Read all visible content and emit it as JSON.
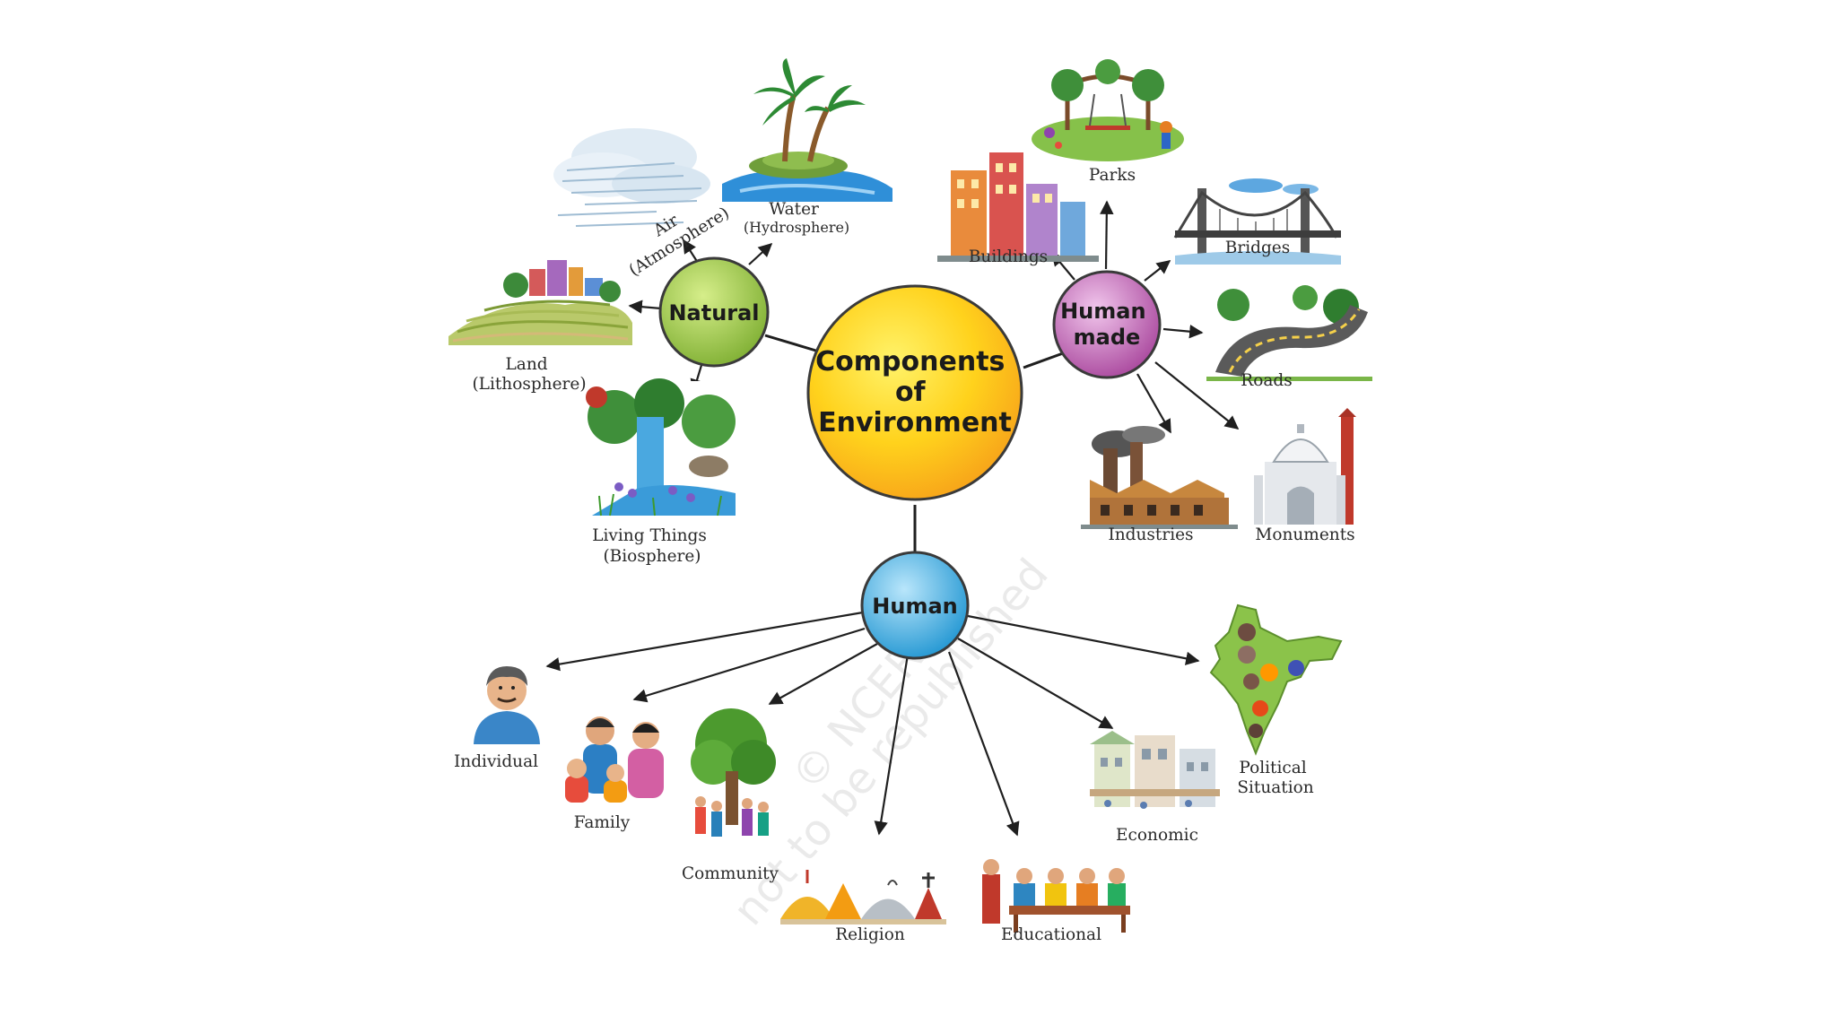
{
  "center": {
    "lines": [
      "Components",
      "of",
      "Environment"
    ]
  },
  "hubs": {
    "natural": {
      "lines": [
        "Natural"
      ],
      "color": "#8db83f"
    },
    "human_made": {
      "lines": [
        "Human",
        "made"
      ],
      "color": "#b24fa6"
    },
    "human": {
      "lines": [
        "Human"
      ],
      "color": "#27a3dc"
    }
  },
  "natural_items": [
    {
      "id": "air",
      "lines": [
        "Air",
        "(Atmosphere)"
      ],
      "icon": "clouds-icon"
    },
    {
      "id": "water",
      "lines": [
        "Water",
        "(Hydrosphere)"
      ],
      "icon": "palm-island-icon"
    },
    {
      "id": "land",
      "lines": [
        "Land",
        "(Lithosphere)"
      ],
      "icon": "terraced-land-icon"
    },
    {
      "id": "living",
      "lines": [
        "Living Things",
        "(Biosphere)"
      ],
      "icon": "forest-waterfall-icon"
    }
  ],
  "human_made_items": [
    {
      "id": "parks",
      "lines": [
        "Parks"
      ],
      "icon": "park-icon"
    },
    {
      "id": "buildings",
      "lines": [
        "Buildings"
      ],
      "icon": "buildings-icon"
    },
    {
      "id": "bridges",
      "lines": [
        "Bridges"
      ],
      "icon": "bridge-icon"
    },
    {
      "id": "roads",
      "lines": [
        "Roads"
      ],
      "icon": "road-icon"
    },
    {
      "id": "industries",
      "lines": [
        "Industries"
      ],
      "icon": "factory-icon"
    },
    {
      "id": "monuments",
      "lines": [
        "Monuments"
      ],
      "icon": "monument-icon"
    }
  ],
  "human_items": [
    {
      "id": "individual",
      "lines": [
        "Individual"
      ],
      "icon": "person-icon"
    },
    {
      "id": "family",
      "lines": [
        "Family"
      ],
      "icon": "family-icon"
    },
    {
      "id": "community",
      "lines": [
        "Community"
      ],
      "icon": "community-tree-icon"
    },
    {
      "id": "religion",
      "lines": [
        "Religion"
      ],
      "icon": "temples-icon"
    },
    {
      "id": "educational",
      "lines": [
        "Educational"
      ],
      "icon": "classroom-icon"
    },
    {
      "id": "economic",
      "lines": [
        "Economic"
      ],
      "icon": "market-icon"
    },
    {
      "id": "political",
      "lines": [
        "Political",
        "Situation"
      ],
      "icon": "india-map-icon"
    }
  ],
  "watermark": {
    "line1": "© NCERT",
    "line2": "not to be republished"
  }
}
